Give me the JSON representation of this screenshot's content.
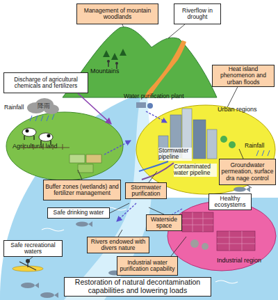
{
  "diagram": {
    "nodes": [
      {
        "text": [
          "Management of mountain woodlands"
        ]
      },
      {
        "text": [
          "Riverflow in drought"
        ]
      },
      {
        "text": [
          "Mountains"
        ]
      },
      {
        "text": [
          "Discharge of agricultural chemicals and fertilizers"
        ]
      },
      {
        "text": [
          "Heat island phenomenon and urban floods"
        ]
      },
      {
        "text": [
          "Urban regions"
        ]
      },
      {
        "text": [
          "Agricultural land"
        ]
      },
      {
        "text": [
          "Groundwater permeation, surface dra nage control"
        ]
      },
      {
        "text": [
          "Buffer zones (wetlands) and fertilizer management"
        ]
      },
      {
        "text": [
          "Stormwater purification"
        ]
      },
      {
        "text": [
          "Healthy ecosystems"
        ]
      },
      {
        "text": [
          "Safe drinking water"
        ]
      },
      {
        "text": [
          "Waterside space"
        ]
      },
      {
        "text": [
          "Rivers endowed with divers nature"
        ]
      },
      {
        "text": [
          "Safe recreational waters"
        ]
      },
      {
        "text": [
          "Industrial water purification capability"
        ]
      },
      {
        "text": [
          "Industrial region"
        ]
      },
      {
        "text": [
          "Restoration of natural decontamination capabilities and lowering loads"
        ]
      }
    ],
    "edges": [
      {
        "from": 0,
        "to": 2,
        "arrow": "none"
      },
      {
        "from": 1,
        "to": 2,
        "arrow": "none"
      },
      {
        "from": 4,
        "to": 5,
        "arrow": "none"
      }
    ],
    "labels": [
      "Rainfall",
      "降雨",
      "Water purification plant",
      "Stormwater pipeline",
      "Contaminated water pipeline",
      "Rainfall"
    ]
  }
}
